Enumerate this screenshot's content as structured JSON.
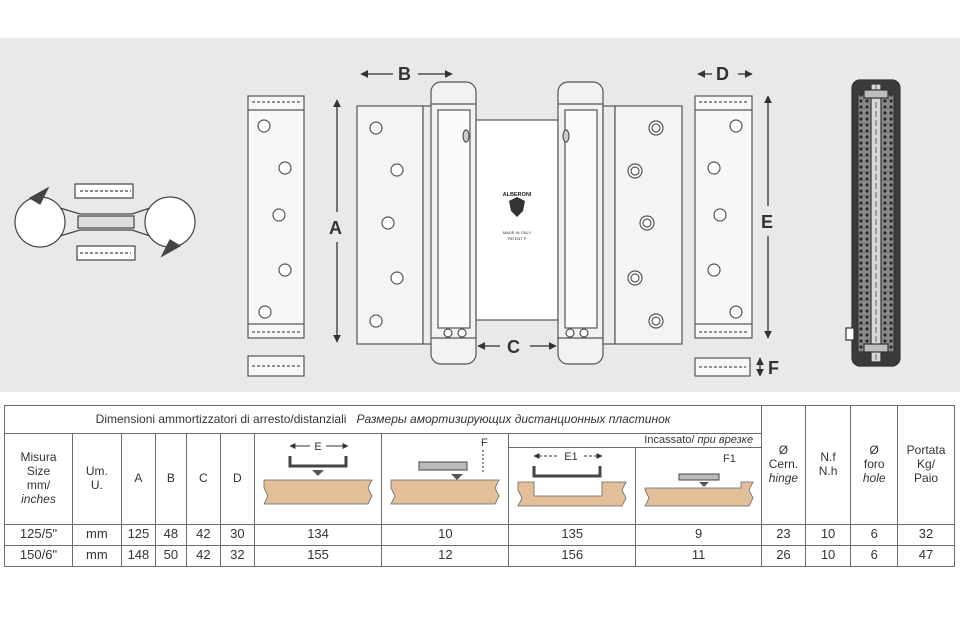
{
  "drawing": {
    "labels": {
      "a": "A",
      "b": "B",
      "c": "C",
      "d": "D",
      "e": "E",
      "f": "F"
    },
    "stamp_brand": "ALBERONI",
    "stamp_line1": "MADE IN ITALY",
    "stamp_line2": "PATENT P"
  },
  "table": {
    "title_it": "Dimensioni ammortizzatori di arresto/distanziali",
    "title_ru": "Размеры амортизирующих дистанционных пластинок",
    "recess_it": "Incassato/",
    "recess_ru": "при врезке",
    "columns": {
      "size": {
        "l1": "Misura",
        "l2": "Size",
        "l3": "mm/",
        "l4": "inches"
      },
      "unit": {
        "l1": "Um.",
        "l2": "U."
      },
      "a": "A",
      "b": "B",
      "c": "C",
      "d": "D",
      "e": "E",
      "f": "F",
      "e1": "E1",
      "f1": "F1",
      "hinge": {
        "l1": "Ø",
        "l2": "Cern.",
        "l3": "hinge"
      },
      "nholes": {
        "l1": "N.f",
        "l2": "N.h"
      },
      "hole": {
        "l1": "Ø",
        "l2": "foro",
        "l3": "hole"
      },
      "load": {
        "l1": "Portata",
        "l2": "Kg/",
        "l3": "Paio"
      }
    },
    "rows": [
      {
        "size": "125/5\"",
        "unit": "mm",
        "a": "125",
        "b": "48",
        "c": "42",
        "d": "30",
        "e": "134",
        "f": "10",
        "e1": "135",
        "f1": "9",
        "hinge": "23",
        "nholes": "10",
        "hole": "6",
        "load": "32"
      },
      {
        "size": "150/6\"",
        "unit": "mm",
        "a": "148",
        "b": "50",
        "c": "42",
        "d": "32",
        "e": "155",
        "f": "12",
        "e1": "156",
        "f1": "11",
        "hinge": "26",
        "nholes": "10",
        "hole": "6",
        "load": "47"
      }
    ]
  }
}
